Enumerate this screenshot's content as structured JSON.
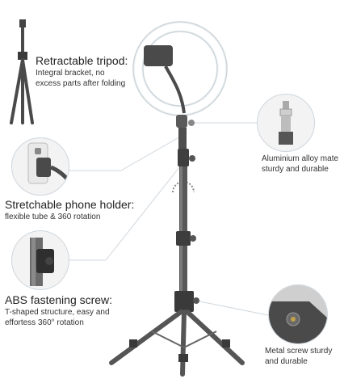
{
  "features": {
    "tripod": {
      "title": "Retractable tripod:",
      "desc_line1": "Integral bracket, no",
      "desc_line2": "excess parts after folding"
    },
    "phone_holder": {
      "title": "Stretchable phone holder:",
      "desc": "flexible tube & 360 rotation"
    },
    "abs_screw": {
      "title": "ABS fastening screw:",
      "desc_line1": "T-shaped structure, easy and",
      "desc_line2": "effortess 360° rotation"
    },
    "aluminium": {
      "desc_line1": "Aluminium alloy mate",
      "desc_line2": "sturdy and durable"
    },
    "metal_screw": {
      "desc_line1": "Metal screw sturdy",
      "desc_line2": "and durable"
    }
  }
}
